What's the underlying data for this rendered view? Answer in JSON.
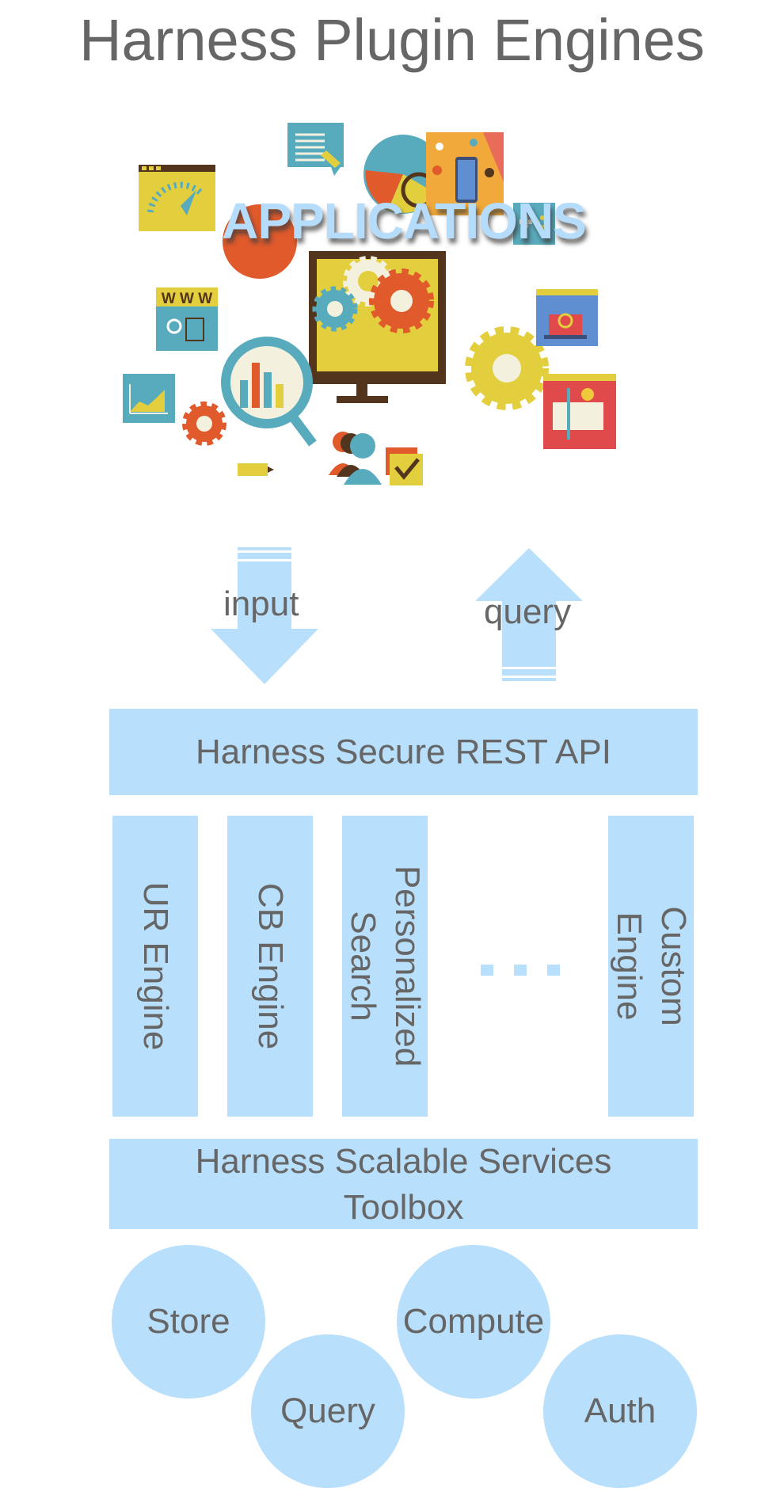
{
  "title": "Harness Plugin Engines",
  "applications": {
    "label": "APPLICATIONS",
    "illustrations": [
      "speedometer-window",
      "text-speech-bubble",
      "pie-chart",
      "mobile-apps-panel",
      "gamepad-card",
      "www-card",
      "monitor-with-gears",
      "cloud-laptop-card",
      "line-chart-card",
      "magnifier-bar-chart",
      "design-tools-card",
      "orange-gear",
      "pencil",
      "users-group",
      "checkmark-folder"
    ]
  },
  "arrows": {
    "input_label": "input",
    "query_label": "query"
  },
  "api": {
    "label": "Harness Secure REST API"
  },
  "engines": [
    {
      "label": "UR Engine"
    },
    {
      "label": "CB Engine"
    },
    {
      "label": "Personalized\nSearch"
    },
    {
      "label": "Custom\nEngine"
    }
  ],
  "ellipsis": "...",
  "services": {
    "label_line1": "Harness Scalable Services",
    "label_line2": "Toolbox"
  },
  "service_items": [
    {
      "label": "Store"
    },
    {
      "label": "Query"
    },
    {
      "label": "Compute"
    },
    {
      "label": "Auth"
    }
  ],
  "colors": {
    "block_fill": "#b8dffb",
    "text": "#666666",
    "yellow": "#e3cf3d",
    "teal": "#58abbd",
    "orange": "#e05a2b",
    "brown": "#53351e",
    "red": "#e04a4a"
  }
}
